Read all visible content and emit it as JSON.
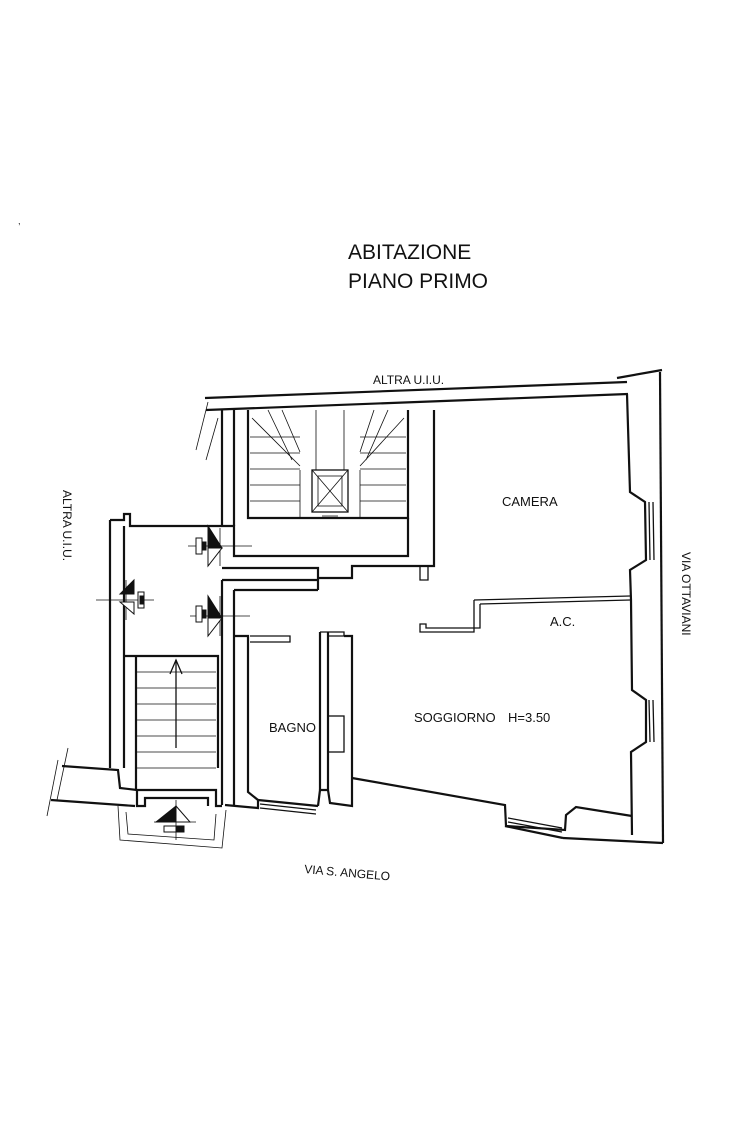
{
  "title": {
    "line1": "ABITAZIONE",
    "line2": "PIANO PRIMO"
  },
  "surroundings": {
    "north": "ALTRA U.I.U.",
    "west": "ALTRA U.I.U.",
    "east": "VIA OTTAVIANI",
    "south": "VIA S. ANGELO"
  },
  "rooms": {
    "camera": "CAMERA",
    "ac": "A.C.",
    "soggiorno": "SOGGIORNO",
    "height": "H=3.50",
    "bagno": "BAGNO"
  }
}
